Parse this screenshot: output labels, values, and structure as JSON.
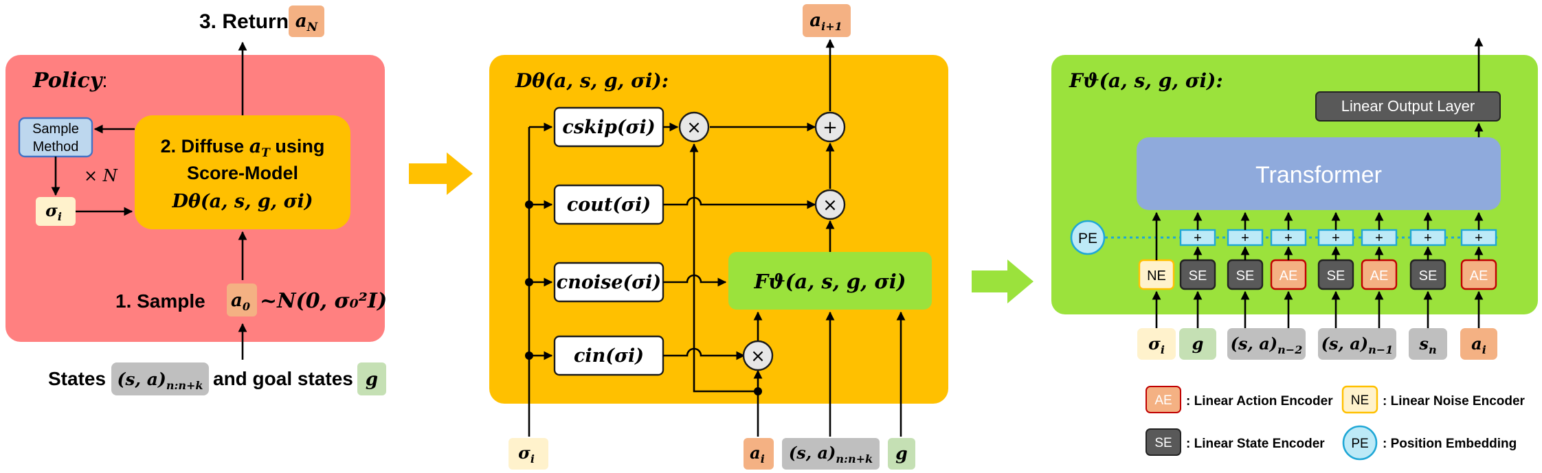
{
  "colors": {
    "policy_bg": "#ff8080",
    "d_theta_bg": "#ffc000",
    "f_bg": "#9be23c",
    "action": "#f4b183",
    "sigma": "#fff2cc",
    "state": "#bfbfbf",
    "goal": "#c5e0b4",
    "transformer": "#8faadc",
    "encoder_se": "#595959",
    "add": "#bdeaf7",
    "add_border": "#1fa7d6",
    "pe": "#bdeaf7"
  },
  "panel_policy": {
    "title": "Policy",
    "title_colon": ":",
    "return_label": "3. Return",
    "return_token": "a",
    "return_sub": "N",
    "sample_method_line1": "Sample",
    "sample_method_line2": "Method",
    "times_n": "× N",
    "sigma_token": "σ",
    "sigma_sub": "i",
    "diffuse_line1": "2. Diffuse ",
    "diffuse_token": "a",
    "diffuse_sub": "T",
    "diffuse_line1_end": " using",
    "diffuse_line2": "Score-Model",
    "diffuse_line3": "Dθ(a, s, g, σi)",
    "step1_label": "1.   Sample",
    "step1_token": "a",
    "step1_sub": "0",
    "step1_dist": "~N(0, σ₀²I)",
    "states_label": "States",
    "states_token": "(s, a)",
    "states_sub": "n:n+k",
    "and_goal": "and goal states",
    "goal_token": "g"
  },
  "panel_d": {
    "title": "Dθ(a, s, g, σi):",
    "out_token": "a",
    "out_sub": "i+1",
    "c_skip": "cskip(σi)",
    "c_out": "cout(σi)",
    "c_noise": "cnoise(σi)",
    "c_in": "cin(σi)",
    "f_block": "Fϑ(a, s, g, σi)",
    "op_times": "×",
    "op_plus": "+",
    "in_sigma": "σ",
    "in_sigma_sub": "i",
    "in_a": "a",
    "in_a_sub": "i",
    "in_states": "(s, a)",
    "in_states_sub": "n:n+k",
    "in_goal": "g"
  },
  "panel_f": {
    "title": "Fϑ(a, s, g, σi):",
    "output_layer": "Linear Output Layer",
    "transformer": "Transformer",
    "pe": "PE",
    "add": "+",
    "encoders": [
      "NE",
      "SE",
      "SE",
      "AE",
      "SE",
      "AE",
      "SE",
      "AE"
    ],
    "inputs": [
      {
        "token": "σ",
        "sub": "i"
      },
      {
        "token": "g",
        "sub": ""
      },
      {
        "token": "(s, a)",
        "sub": "n−2"
      },
      {
        "token": "(s, a)",
        "sub": "n−1"
      },
      {
        "token": "s",
        "sub": "n"
      },
      {
        "token": "a",
        "sub": "i"
      }
    ],
    "legend": [
      {
        "key": "AE",
        "text": ": Linear Action Encoder"
      },
      {
        "key": "NE",
        "text": ": Linear Noise Encoder"
      },
      {
        "key": "SE",
        "text": ": Linear State Encoder"
      },
      {
        "key": "PE",
        "text": ": Position Embedding"
      }
    ]
  }
}
